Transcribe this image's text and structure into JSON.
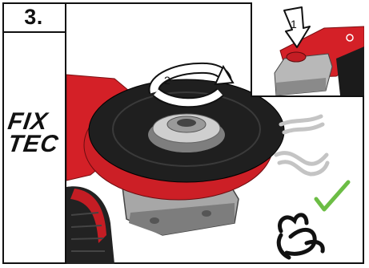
{
  "step": {
    "number": "3."
  },
  "logo": {
    "line1": "FIX",
    "line2": "TEC"
  },
  "callouts": {
    "press_step": "1",
    "rotate_step": "2"
  },
  "icons": {
    "press": "down-arrow-icon",
    "rotate": "rotation-arrow-icon",
    "wrong_grip": "open-hand-icon",
    "correct_grip": "gripping-hand-icon",
    "check": "checkmark-icon"
  },
  "colors": {
    "tool_red": "#d42027",
    "tool_dark": "#1b1b1b",
    "tool_grey": "#b8b8b8",
    "check_green": "#6cbd45",
    "faded_hand": "#c4c4c4"
  }
}
